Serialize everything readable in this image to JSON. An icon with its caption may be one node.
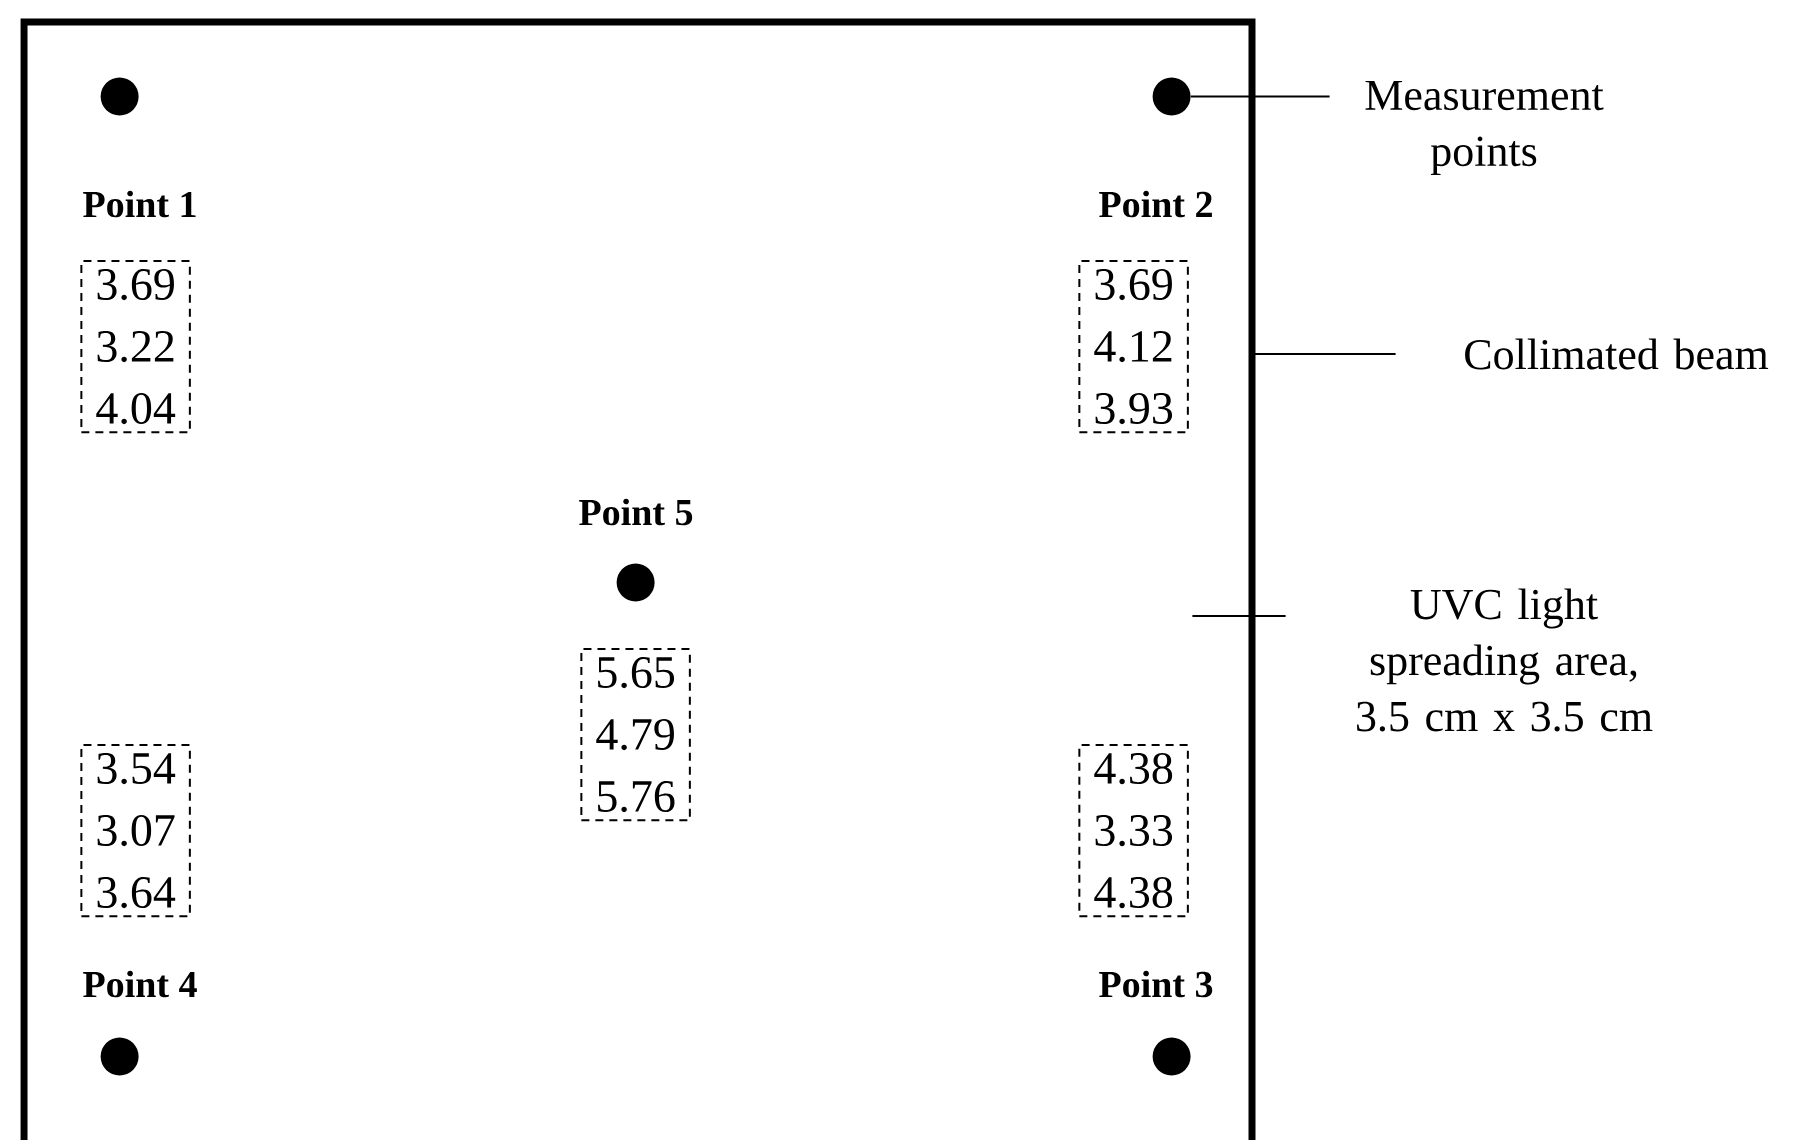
{
  "diagram": {
    "nodes": [
      {
        "text": [],
        "shape": "box"
      },
      {
        "text": [],
        "shape": "circle",
        "in": 0
      },
      {
        "text": [],
        "shape": "circle",
        "in": 0
      },
      {
        "text": [
          "3.69",
          "3.22",
          "4.04"
        ],
        "in": 0
      },
      {
        "text": [
          "3.69",
          "4.12",
          "3.93"
        ],
        "in": 0
      },
      {
        "text": [],
        "shape": "circle",
        "in": 0
      },
      {
        "text": [
          "5.65",
          "4.79",
          "5.76"
        ],
        "in": 0
      },
      {
        "text": [
          "3.54",
          "3.07",
          "3.64"
        ],
        "in": 0
      },
      {
        "text": [
          "4.38",
          "3.33",
          "4.38"
        ],
        "in": 0
      },
      {
        "text": [],
        "shape": "circle",
        "in": 0
      },
      {
        "text": [],
        "shape": "circle",
        "in": 0
      },
      {
        "text": [
          "Measurement points"
        ]
      },
      {
        "text": [
          "Collimated beam"
        ]
      },
      {
        "text": [
          "UVC light spreading area, 3.5 cm x 3.5 cm"
        ]
      }
    ],
    "edges": [
      {
        "from": 11,
        "to": 2,
        "arrow": "none"
      },
      {
        "from": 12,
        "to": 0,
        "arrow": "none"
      },
      {
        "from": 13,
        "to": 0,
        "arrow": "none"
      }
    ],
    "labels": [
      "Point 1",
      "Point 2",
      "Point 5",
      "Point 4",
      "Point 3"
    ]
  }
}
